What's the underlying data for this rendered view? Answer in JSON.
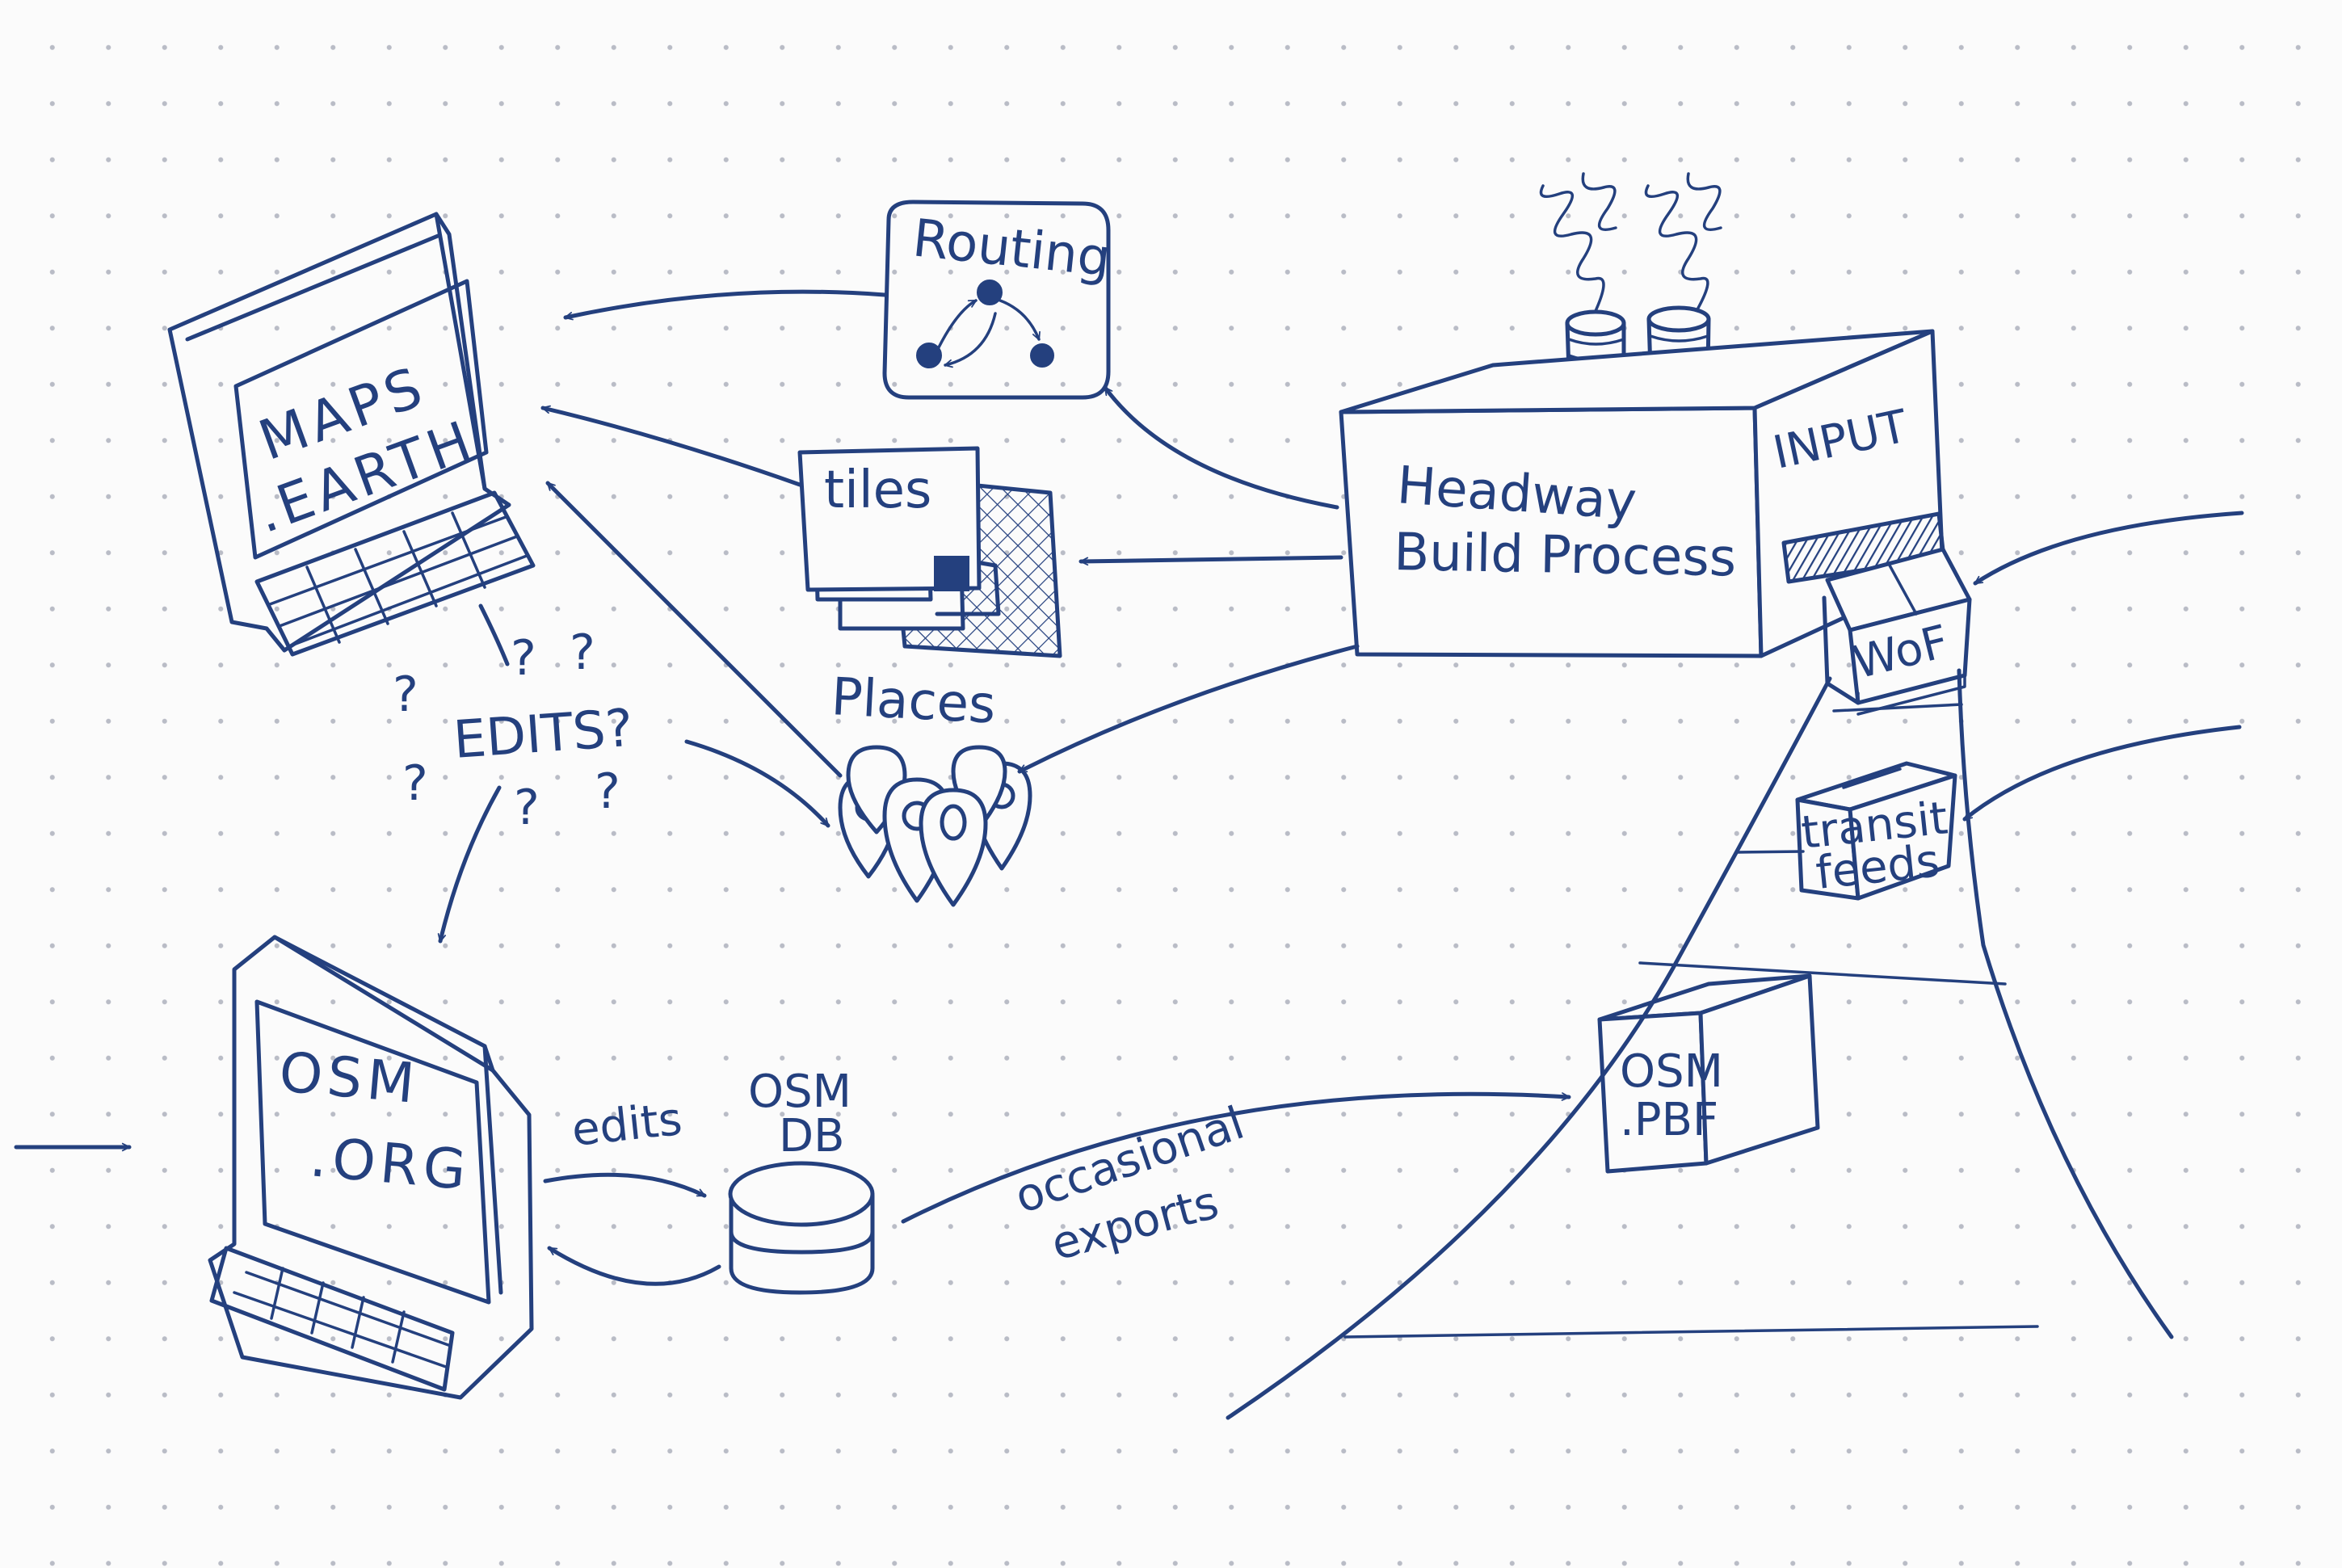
{
  "diagram": {
    "maps_earth_screen": [
      "MAPS",
      ".EARTH"
    ],
    "osm_org_screen": [
      "OSM",
      ".ORG"
    ],
    "routing_label": "Routing",
    "tiles_label": "tiles",
    "places_label": "Places",
    "build_process_label": [
      "Headway",
      "Build Process"
    ],
    "input_label": "INPUT",
    "wof_label": "WoF",
    "transit_label": [
      "transit",
      "feeds"
    ],
    "osm_pbf_label": [
      "OSM",
      ".PBF"
    ],
    "osm_db_label": [
      "OSM",
      "DB"
    ],
    "edits_label": "edits",
    "edits_question_label": "EDITS?",
    "question_mark": "?",
    "occasional_exports_label": [
      "occasional",
      "exports"
    ],
    "ink_color": "#24407e",
    "paper_color": "#fbfbfb"
  }
}
